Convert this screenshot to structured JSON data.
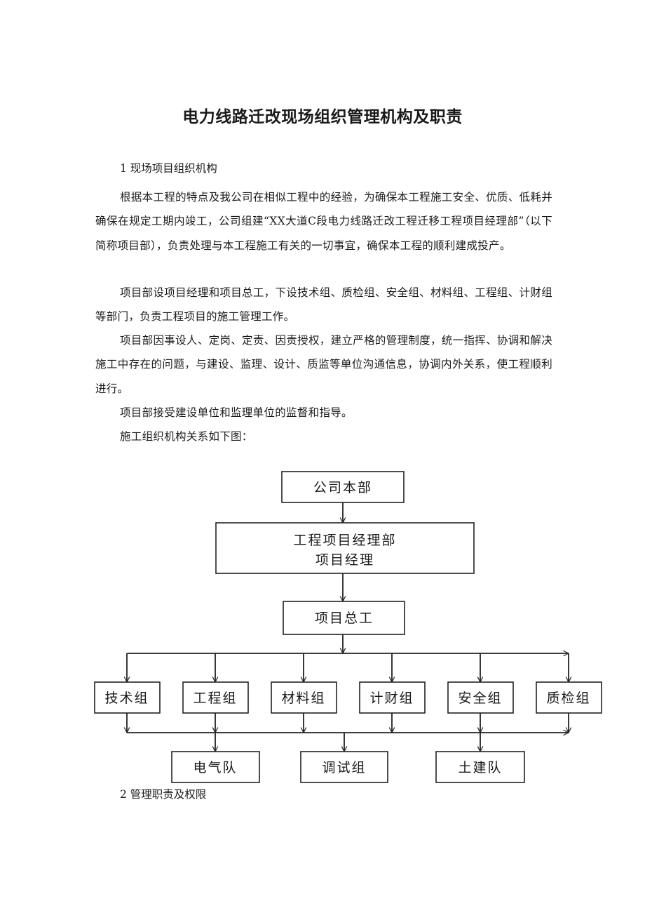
{
  "document": {
    "title": "电力线路迁改现场组织管理机构及职责",
    "section1_heading": "1 现场项目组织机构",
    "paragraphs": [
      "根据本工程的特点及我公司在相似工程中的经验，为确保本工程施工安全、优质、低耗并确保在规定工期内竣工，公司组建“XX大道C段电力线路迁改工程迁移工程项目经理部”（以下简称项目部），负责处理与本工程施工有关的一切事宜，确保本工程的顺利建成投产。",
      "项目部设项目经理和项目总工，下设技术组、质检组、安全组、材料组、工程组、计财组等部门，负责工程项目的施工管理工作。",
      "项目部因事设人、定岗、定责、因责授权，建立严格的管理制度，统一指挥、协调和解决施工中存在的问题，与建设、监理、设计、质监等单位沟通信息，协调内外关系，使工程顺利进行。",
      "项目部接受建设单位和监理单位的监督和指导。",
      "施工组织机构关系如下图："
    ],
    "section2_heading": "2 管理职责及权限"
  },
  "org_chart": {
    "company": "公司本部",
    "project_dept": "工程项目经理部",
    "project_manager": "项目经理",
    "chief_engineer": "项目总工",
    "groups": [
      "技术组",
      "工程组",
      "材料组",
      "计财组",
      "安全组",
      "质检组"
    ],
    "teams": [
      "电气队",
      "调试组",
      "土建队"
    ]
  }
}
